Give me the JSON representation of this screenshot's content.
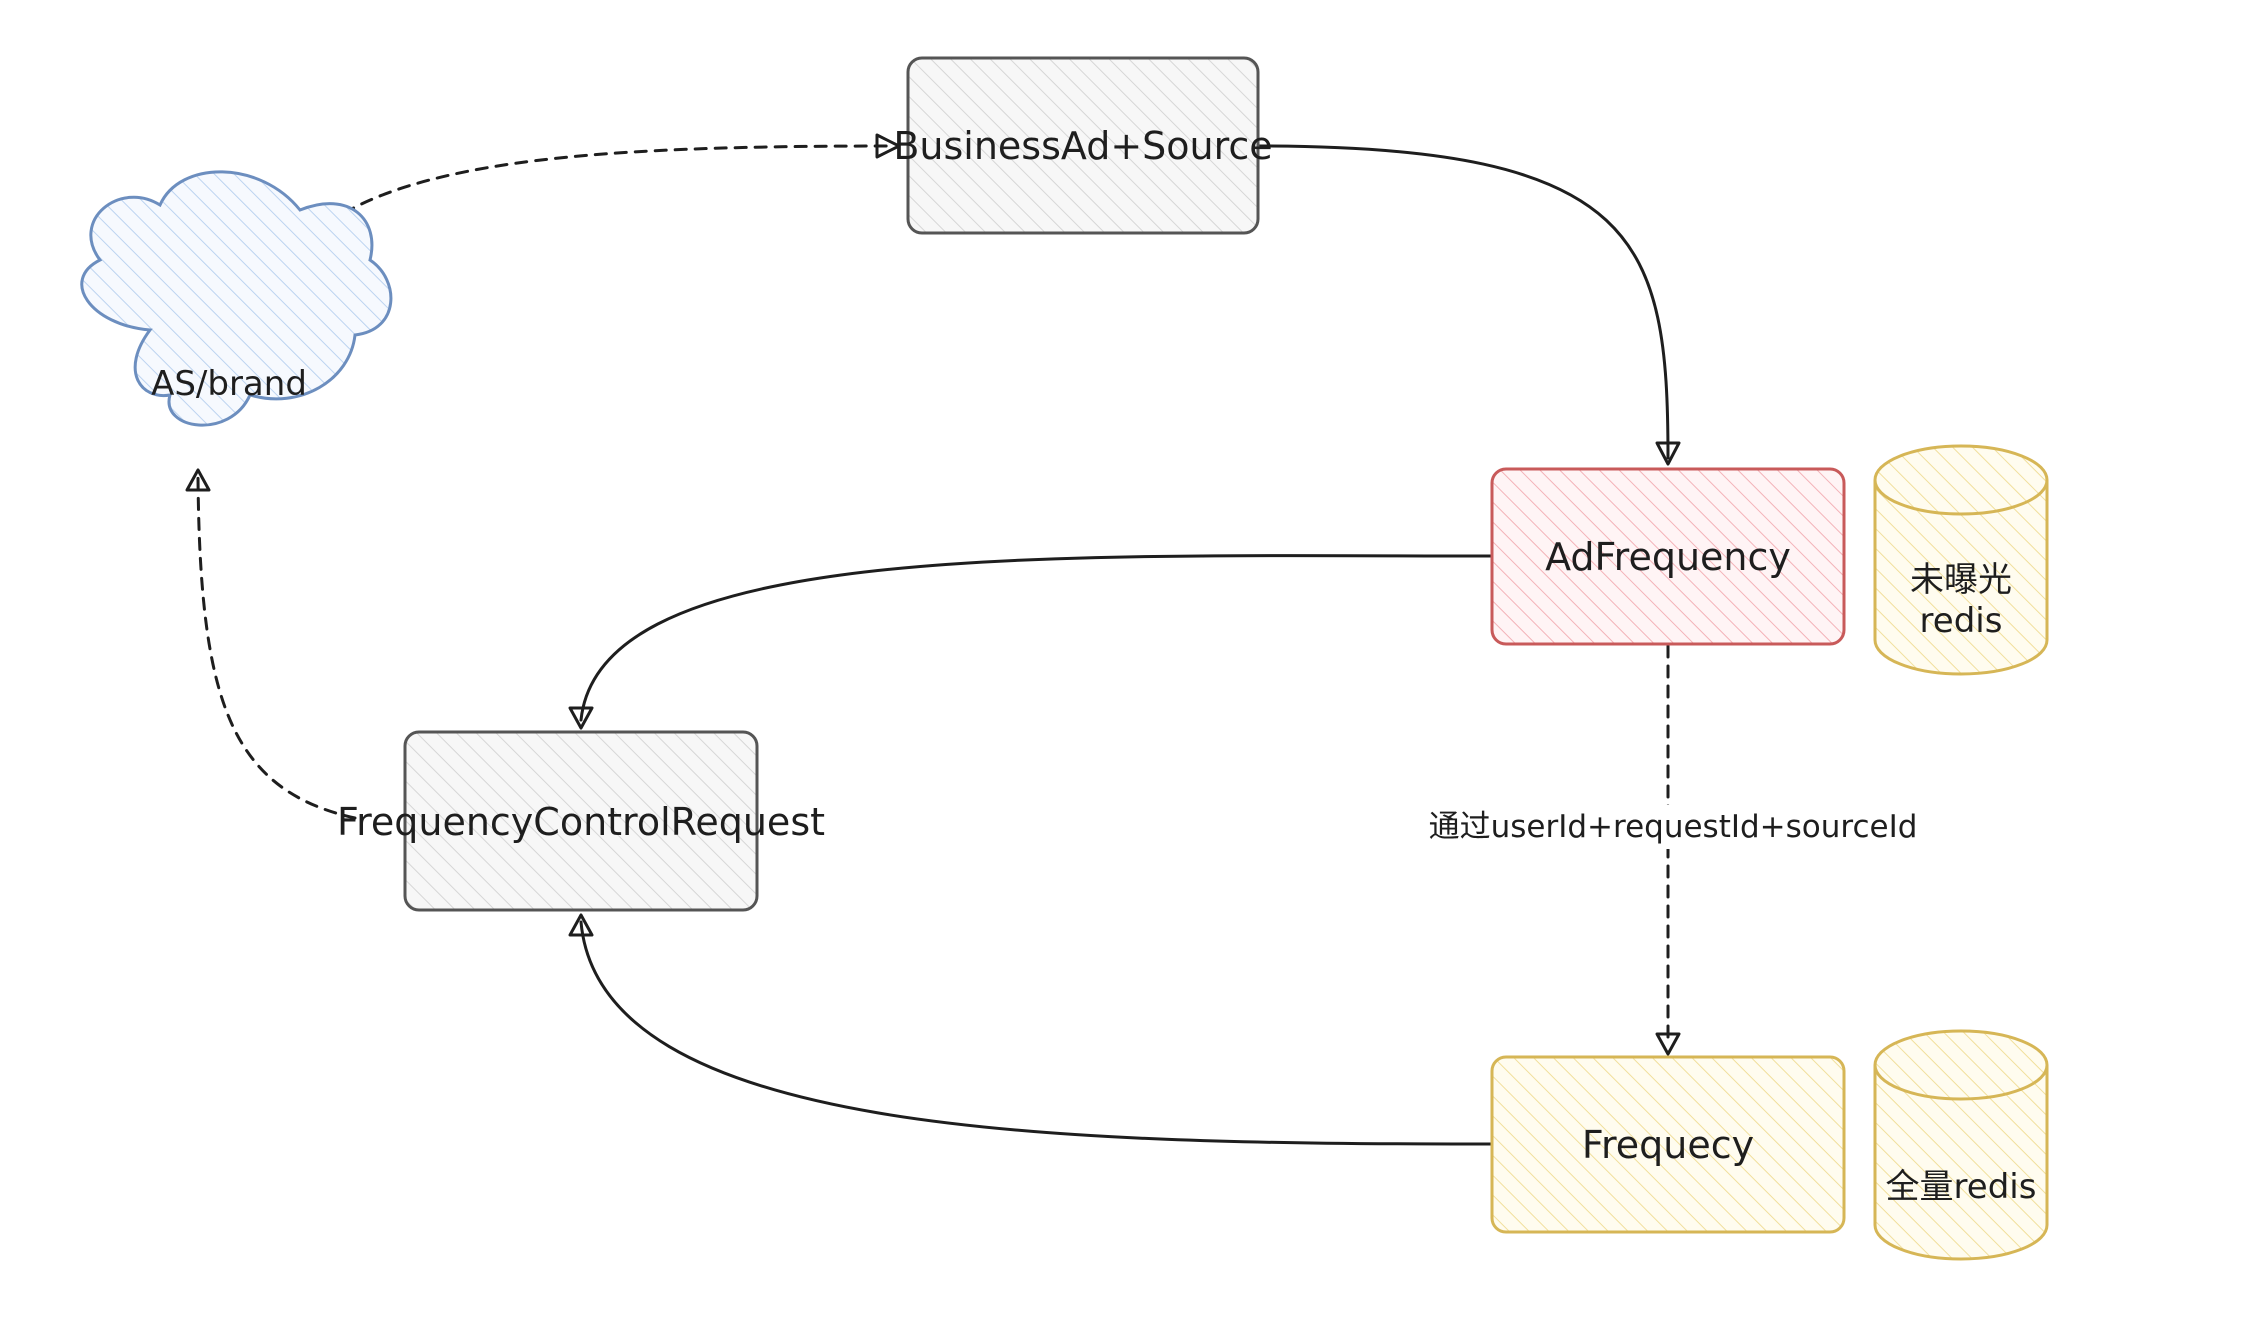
{
  "nodes": {
    "business_ad_source": {
      "label": "BusinessAd+Source",
      "fill": "#f3f3f3",
      "stroke": "#555555"
    },
    "as_brand": {
      "label": "AS/brand",
      "fill": "#e7f0fb",
      "stroke": "#6c8ebf"
    },
    "ad_frequency": {
      "label": "AdFrequency",
      "fill": "#fde5e7",
      "stroke": "#c85a5a"
    },
    "unexposed_redis": {
      "label_line1": "未曝光",
      "label_line2": "redis",
      "fill": "#fdf7dc",
      "stroke": "#d6b656"
    },
    "frequency_control_request": {
      "label": "FrequencyControlRequest",
      "fill": "#f3f3f3",
      "stroke": "#555555"
    },
    "frequecy": {
      "label": "Frequecy",
      "fill": "#fdf7dc",
      "stroke": "#d6b656"
    },
    "full_redis": {
      "label": "全量redis",
      "fill": "#fdf7dc",
      "stroke": "#d6b656"
    }
  },
  "edges": {
    "ad_to_frequecy": {
      "label": "通过userId+requestId+sourceId"
    }
  }
}
